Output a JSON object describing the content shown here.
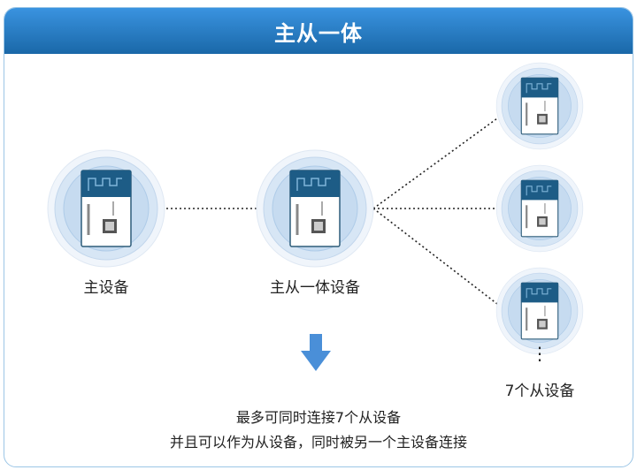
{
  "title": "主从一体",
  "nodes": {
    "master": "主设备",
    "master_slave": "主从一体设备",
    "slaves": "7个从设备",
    "ellipsis": "⋮"
  },
  "description": {
    "line1": "最多可同时连接7个从设备",
    "line2": "并且可以作为从设备，同时被另一个主设备连接"
  },
  "colors": {
    "header": "#1f74b8",
    "arrow": "#4a8fd8",
    "ring": "#c9dcf0"
  },
  "icons": [
    "module-chip-icon",
    "arrow-down-icon"
  ]
}
